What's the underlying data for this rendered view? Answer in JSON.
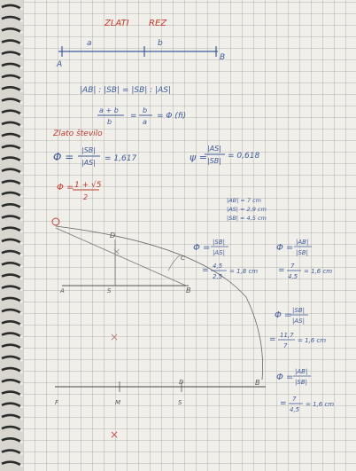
{
  "heading": {
    "title": "ZLATI",
    "subtitle": "REZ"
  },
  "segment": {
    "label_a": "a",
    "label_b": "b",
    "point_a": "A",
    "point_b": "B"
  },
  "proportion": {
    "line1": "|AB| : |SB| = |SB| : |AS|",
    "line2_left": "a + b",
    "line2_den": "b",
    "line2_mid": "b",
    "line2_den2": "a",
    "line2_right": "= Φ (fi)"
  },
  "section": {
    "title": "Zlato število"
  },
  "phi": {
    "def_num": "|SB|",
    "def_den": "|AS|",
    "def_val": "= 1,617",
    "psi_num": "|AS|",
    "psi_den": "|SB|",
    "psi_val": "= 0,618",
    "formula_num": "1 + √5",
    "formula_den": "2",
    "formula_lhs": "Φ ="
  },
  "measures": {
    "m1": "|AB| = 7 cm",
    "m2": "|AS| = 2,9 cm",
    "m3": "|SB| = 4,5 cm"
  },
  "construction": {
    "pt_d1": "D",
    "pt_c": "C",
    "pt_a": "A",
    "pt_s": "S",
    "pt_b": "B",
    "pt_b2": "B",
    "pt_f": "F",
    "pt_m": "M",
    "pt_s2": "S",
    "pt_d2": "D"
  },
  "calc1": {
    "lhs": "Φ =",
    "num": "|SB|",
    "den": "|AS|",
    "lhs2": "Φ =",
    "num2": "|AB|",
    "den2": "|SB|",
    "eq1_num": "4,5",
    "eq1_den": "2,5",
    "eq1_val": "= 1,8 cm",
    "eq2_num": "7",
    "eq2_den": "4,5",
    "eq2_val": "= 1,6 cm"
  },
  "calc2": {
    "lhs": "Φ =",
    "num": "|SB|",
    "den": "|AS|",
    "eq_num": "11,7",
    "eq_den": "7",
    "eq_val": "= 1,6 cm"
  },
  "calc3": {
    "lhs": "Φ =",
    "num": "|AB|",
    "den": "|SB|",
    "eq_num": "7",
    "eq_den": "4,5",
    "eq_val": "= 1,6 cm"
  },
  "colors": {
    "ink_blue": "#3d5a9a",
    "ink_red": "#c0392b",
    "pencil": "#555555"
  }
}
